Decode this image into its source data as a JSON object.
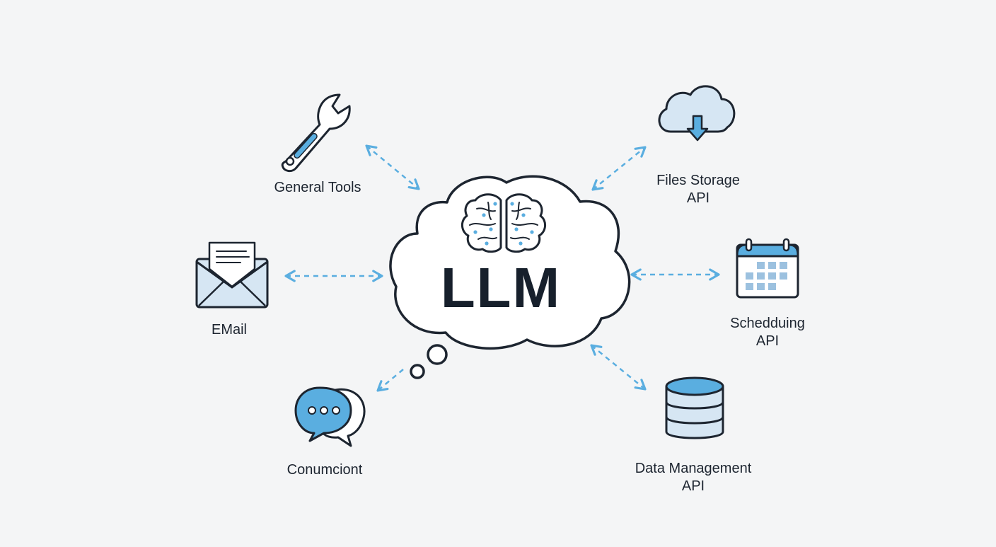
{
  "center": {
    "label": "LLM"
  },
  "nodes": [
    {
      "id": "general-tools",
      "lines": [
        "General Tools"
      ]
    },
    {
      "id": "files-storage",
      "lines": [
        "Files Storage",
        "API"
      ]
    },
    {
      "id": "email",
      "lines": [
        "EMail"
      ]
    },
    {
      "id": "scheduling",
      "lines": [
        "Schedduing",
        "API"
      ]
    },
    {
      "id": "communication",
      "lines": [
        "Conumciont"
      ]
    },
    {
      "id": "data-management",
      "lines": [
        "Data Management",
        "API"
      ]
    }
  ],
  "colors": {
    "background": "#f4f5f6",
    "outline": "#1d2530",
    "accent": "#5aaee0",
    "accent_light": "#d6e6f3",
    "arrow": "#5aaee0"
  }
}
